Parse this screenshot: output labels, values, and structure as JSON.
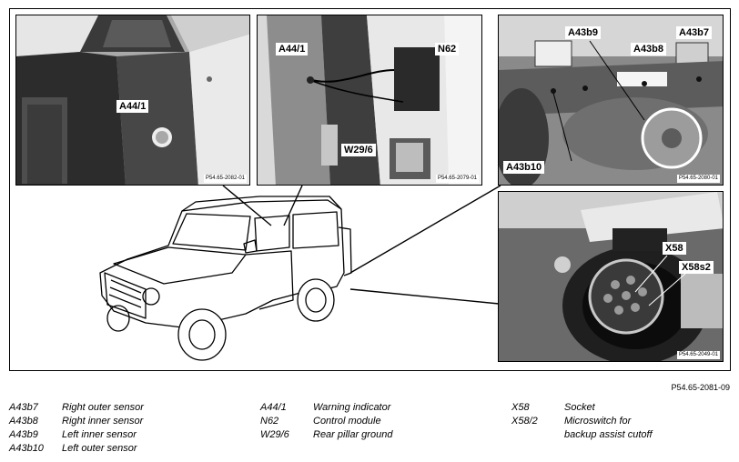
{
  "panels": {
    "top_left": {
      "ref": "P54.65-2082-01",
      "labels": {
        "a44_1": "A44/1"
      }
    },
    "top_middle": {
      "ref": "P54.65-2079-01",
      "labels": {
        "a44_1": "A44/1",
        "n62": "N62",
        "w29_6": "W29/6"
      }
    },
    "top_right": {
      "ref": "P54.65-2080-01",
      "labels": {
        "a43b9": "A43b9",
        "a43b8": "A43b8",
        "a43b7": "A43b7",
        "a43b10": "A43b10"
      }
    },
    "bottom_right": {
      "ref": "P54.65-2049-01",
      "labels": {
        "x58": "X58",
        "x58s2": "X58s2"
      }
    }
  },
  "main_ref": "P54.65-2081-09",
  "legend": {
    "col1": [
      {
        "code": "A43b7",
        "desc": "Right outer sensor"
      },
      {
        "code": "A43b8",
        "desc": "Right inner sensor"
      },
      {
        "code": "A43b9",
        "desc": "Left inner sensor"
      },
      {
        "code": "A43b10",
        "desc": "Left outer sensor"
      }
    ],
    "col2": [
      {
        "code": "A44/1",
        "desc": "Warning indicator"
      },
      {
        "code": "N62",
        "desc": "Control module"
      },
      {
        "code": "W29/6",
        "desc": "Rear pillar ground"
      }
    ],
    "col3": [
      {
        "code": "X58",
        "desc": "Socket"
      },
      {
        "code": "X58/2",
        "desc": "Microswitch for"
      },
      {
        "code": "",
        "desc": "backup assist cutoff"
      }
    ]
  }
}
